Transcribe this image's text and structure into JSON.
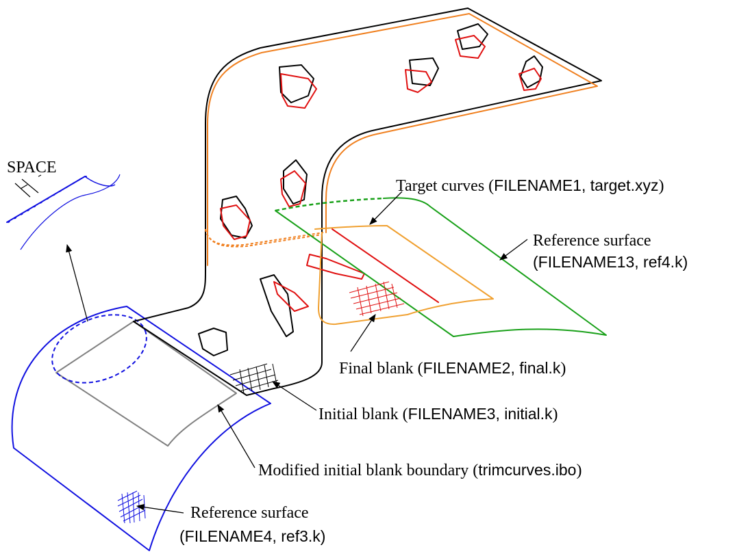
{
  "colors": {
    "outline": "#000000",
    "offset": "#f08020",
    "red": "#e01010",
    "green": "#18a018",
    "orange": "#f0a030",
    "blue": "#1010e0",
    "gray": "#808080"
  },
  "labels": {
    "space": "SPACE",
    "target_curves": {
      "text": "Target curves (",
      "file": "FILENAME1, target.xyz",
      "close": ")"
    },
    "reference_surface_right": {
      "line1": "Reference surface",
      "line2": "(FILENAME13, ref4.k)"
    },
    "final_blank": {
      "text": "Final blank (",
      "file": "FILENAME2, final.k",
      "close": ")"
    },
    "initial_blank": {
      "text": "Initial blank (",
      "file": "FILENAME3, initial.k",
      "close": ")"
    },
    "modified_boundary": {
      "text": "Modified initial blank boundary (",
      "file": "trimcurves.ibo",
      "close": ")"
    },
    "reference_surface_bottom": {
      "line1": "Reference surface",
      "line2": "(FILENAME4, ref3.k)"
    }
  }
}
